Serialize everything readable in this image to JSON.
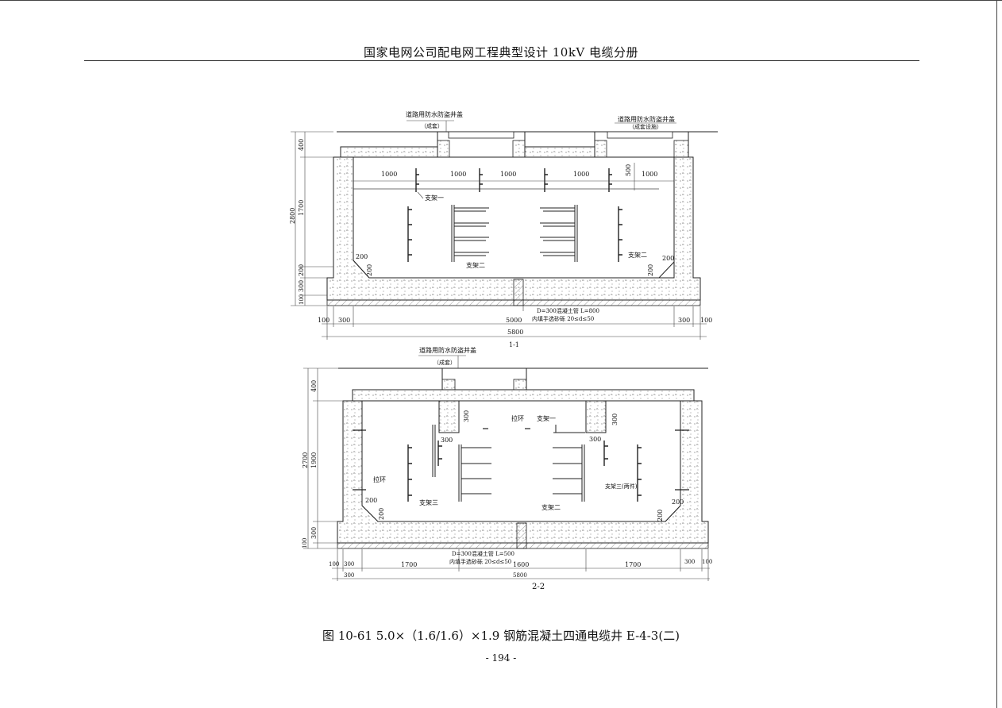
{
  "header": {
    "title": "国家电网公司配电网工程典型设计    10kV 电缆分册"
  },
  "section_1_1": {
    "cover_left": "道路用防水防盗井盖",
    "cover_left_sub": "（成套）",
    "cover_right": "道路用防水防盗井盖",
    "cover_right_sub": "（成套设施）",
    "top_dims": [
      "1000",
      "1000",
      "1000",
      "1000",
      "1000"
    ],
    "dim_500": "500",
    "bracket_1": "支架一",
    "bracket_2": "支架二",
    "bracket_2b": "支架二",
    "chamfer_a": "200",
    "chamfer_b": "200",
    "chamfer_c": "200",
    "chamfer_d": "200",
    "left_total": "2800",
    "left_400": "400",
    "left_1700": "1700",
    "left_200": "200",
    "left_300": "300",
    "left_100": "100",
    "pipe_line1": "D=300混凝土管 L=800",
    "pipe_line2": "内填手选砂砾 20≤d≤50",
    "bottom_100a": "100",
    "bottom_300a": "300",
    "bottom_5000": "5000",
    "bottom_300b": "300",
    "bottom_100b": "100",
    "bottom_5800": "5800",
    "label": "1-1"
  },
  "section_2_2": {
    "cover": "道路用防水防盗井盖",
    "cover_sub": "（成套）",
    "left_total": "2700",
    "left_400": "400",
    "left_1900": "1900",
    "left_300": "300",
    "left_100": "100",
    "dim_300_a": "300",
    "dim_300_b": "300",
    "dim_300_c": "300",
    "dim_300_d": "300",
    "ring_1": "拉环",
    "ring_2": "拉环",
    "bracket_1": "支架一",
    "bracket_2": "支架二",
    "bracket_3": "支架三",
    "bracket_3_right": "支架三(两件)",
    "chamfer_a": "200",
    "chamfer_b": "200",
    "chamfer_c": "200",
    "chamfer_d": "200",
    "pipe_line1": "D=300混凝土管 L=500",
    "pipe_line2": "内填手选砂砾 20≤d≤50",
    "bottom_100a": "100",
    "bottom_300a": "300",
    "bottom_1700a": "1700",
    "bottom_1600": "1600",
    "bottom_1700b": "1700",
    "bottom_300b": "300",
    "bottom_100b": "100",
    "bottom_300c": "300",
    "bottom_5800": "5800",
    "label": "2-2"
  },
  "caption": "图 10-61 5.0×（1.6/1.6）×1.9 钢筋混凝土四通电缆井 E-4-3(二)",
  "page_number": "- 194 -"
}
